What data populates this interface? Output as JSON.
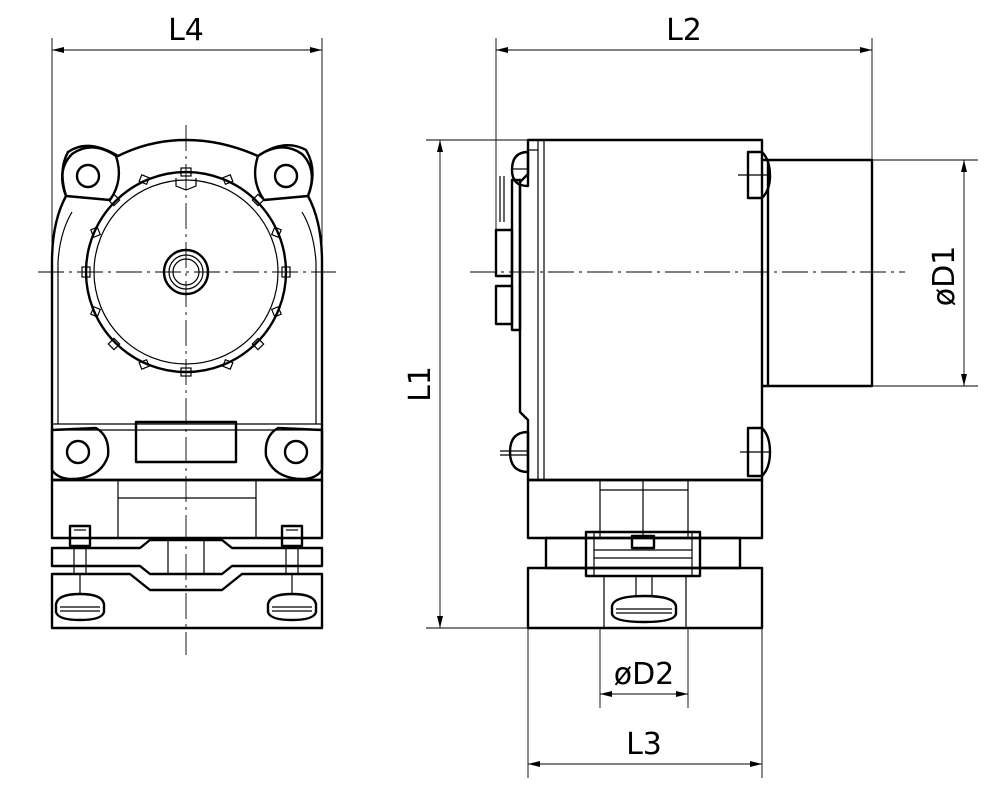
{
  "dimensions": {
    "l4": "L4",
    "l2": "L2",
    "l1": "L1",
    "d1": "øD1",
    "d2": "øD2",
    "l3": "L3"
  },
  "colors": {
    "line": "#000000",
    "background": "#ffffff"
  }
}
